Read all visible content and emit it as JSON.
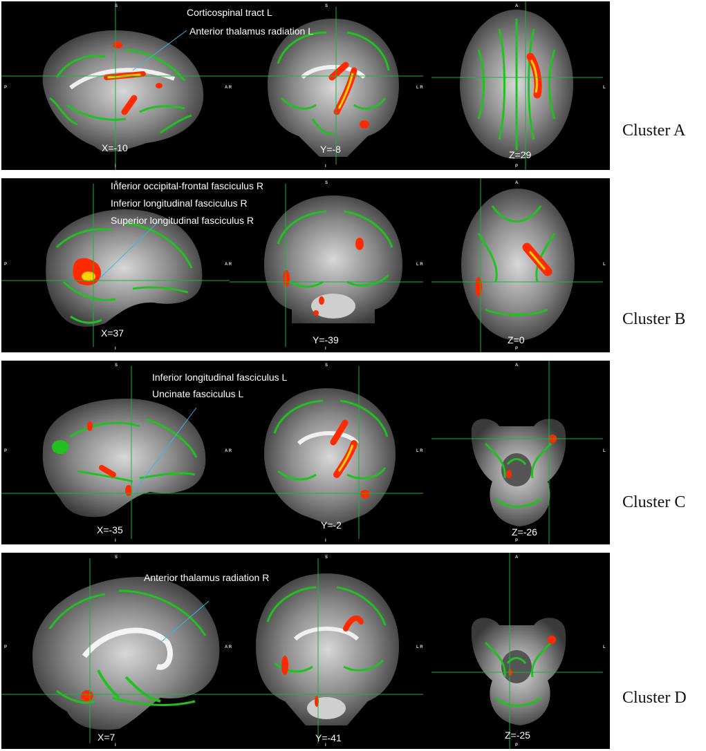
{
  "clusters": [
    {
      "label": "Cluster A",
      "coords": {
        "sagittal": "X=-10",
        "coronal": "Y=-8",
        "axial": "Z=29"
      },
      "tracts": [
        "Corticospinal tract L",
        "Anterior thalamus radiation L"
      ]
    },
    {
      "label": "Cluster B",
      "coords": {
        "sagittal": "X=37",
        "coronal": "Y=-39",
        "axial": "Z=0"
      },
      "tracts": [
        "Inferior occipital-frontal fasciculus R",
        "Inferior longitudinal fasciculus R",
        "Superior longitudinal fasciculus R"
      ]
    },
    {
      "label": "Cluster C",
      "coords": {
        "sagittal": "X=-35",
        "coronal": "Y=-2",
        "axial": "Z=-26"
      },
      "tracts": [
        "Inferior longitudinal fasciculus L",
        "Uncinate fasciculus L"
      ]
    },
    {
      "label": "Cluster D",
      "coords": {
        "sagittal": "X=7",
        "coronal": "Y=-41",
        "axial": "Z=-25"
      },
      "tracts": [
        "Anterior thalamus radiation R"
      ]
    }
  ],
  "orientation": {
    "superior": "S",
    "inferior": "I",
    "anterior": "A",
    "posterior": "P",
    "ar": "A R",
    "lr": "L R",
    "left": "L"
  },
  "colors": {
    "crosshair": "#19b43c",
    "skeleton": "#1fc21f",
    "cluster": "#ff2a00",
    "cluster_core": "#ffd200",
    "leader": "#3ab6e6"
  }
}
